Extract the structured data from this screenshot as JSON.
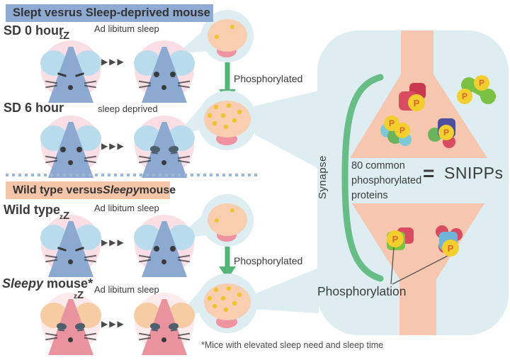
{
  "colors": {
    "header_blue": "#8fabd3",
    "header_salmon": "#f4c5a9",
    "text_dark": "#3b3b3c",
    "mouse_blue": "#8ca9d1",
    "ear_blue": "#b9dcec",
    "mouse_circle_pink": "#fadee6",
    "sleepy_body_pink": "#e9939f",
    "sleepy_ear_peach": "#f7cba3",
    "sleepy_circle_pink": "#fceaec",
    "bubble_blue": "#ddedf2",
    "brain_peach": "#f8cdb0",
    "cerebellum_pink": "#ef93a1",
    "phospho_dot_yellow": "#eec42f",
    "arrow_green": "#53b578",
    "synapse_salmon": "#f6c6ae",
    "bracket_green": "#68bd86",
    "p_badge_yellow": "#f2cf2e",
    "p_badge_text": "#d9642e",
    "protein_crimson": "#d84b60",
    "protein_red_dark": "#c93a4e",
    "protein_green": "#7cc242",
    "protein_green2": "#6cb45c",
    "protein_teal": "#7ec8d8",
    "protein_indigo": "#4c4e9e",
    "protein_blue": "#6fb3d8",
    "divider_blue": "#9cb6d8",
    "arrow_dark": "#4a4a4a"
  },
  "top_section": {
    "header": "Slept vesrus Sleep-deprived mouse",
    "rows": [
      {
        "label": "SD 0 hour",
        "condition": "Ad libitum sleep",
        "zz": "zZ",
        "arrows": "▶▶▶"
      },
      {
        "label": "SD 6 hour",
        "condition": "sleep deprived",
        "arrows": "▶▶▶"
      }
    ]
  },
  "bottom_section": {
    "header_pre": "Wild type versus ",
    "header_italic": "Sleepy",
    "header_post": " mouse",
    "rows": [
      {
        "label": "Wild type",
        "condition": "Ad libitum sleep",
        "zz": "zZ",
        "arrows": "▶▶▶"
      },
      {
        "label_italic": "Sleepy",
        "label_post": " mouse*",
        "condition": "Ad libitum sleep",
        "zz": "zZ",
        "arrows": "▶▶▶"
      }
    ]
  },
  "middle": {
    "arrow_label_top": "Phosphorylated",
    "arrow_label_bottom": "Phosphorylated"
  },
  "panel": {
    "synapse_label": "Synapse",
    "proteins_caption_line1": "80 common",
    "proteins_caption_line2": "phosphorylated",
    "proteins_caption_line3": "proteins",
    "equals_sign": "=",
    "acronym": "SNIPPs",
    "phosphorylation_label": "Phosphorylation",
    "p_label": "P"
  },
  "footnote": "*Mice with elevated sleep need and sleep time"
}
